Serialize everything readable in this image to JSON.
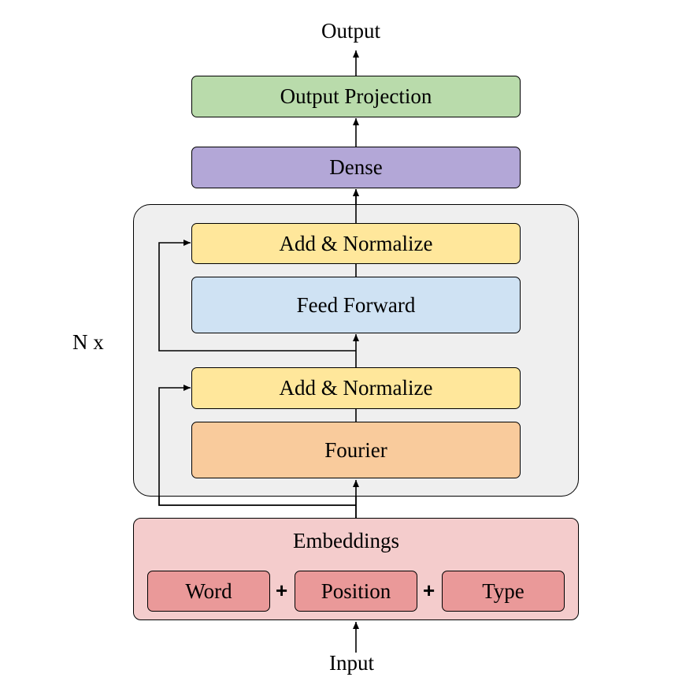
{
  "output_label": "Output",
  "input_label": "Input",
  "repeat_label": "N x",
  "blocks": {
    "output_projection": "Output Projection",
    "dense": "Dense",
    "add_normalize_top": "Add & Normalize",
    "feed_forward": "Feed Forward",
    "add_normalize_bottom": "Add & Normalize",
    "fourier": "Fourier"
  },
  "embeddings": {
    "title": "Embeddings",
    "word": "Word",
    "position": "Position",
    "type": "Type",
    "plus": "+"
  },
  "colors": {
    "output_projection": "#b9dbab",
    "dense": "#b3a7d7",
    "add_normalize": "#ffe79b",
    "feed_forward": "#cfe2f3",
    "fourier": "#f9cb9c",
    "embeddings_bg": "#f4cccc",
    "embedding_item": "#ea9999",
    "encoder_bg": "#efefef"
  }
}
